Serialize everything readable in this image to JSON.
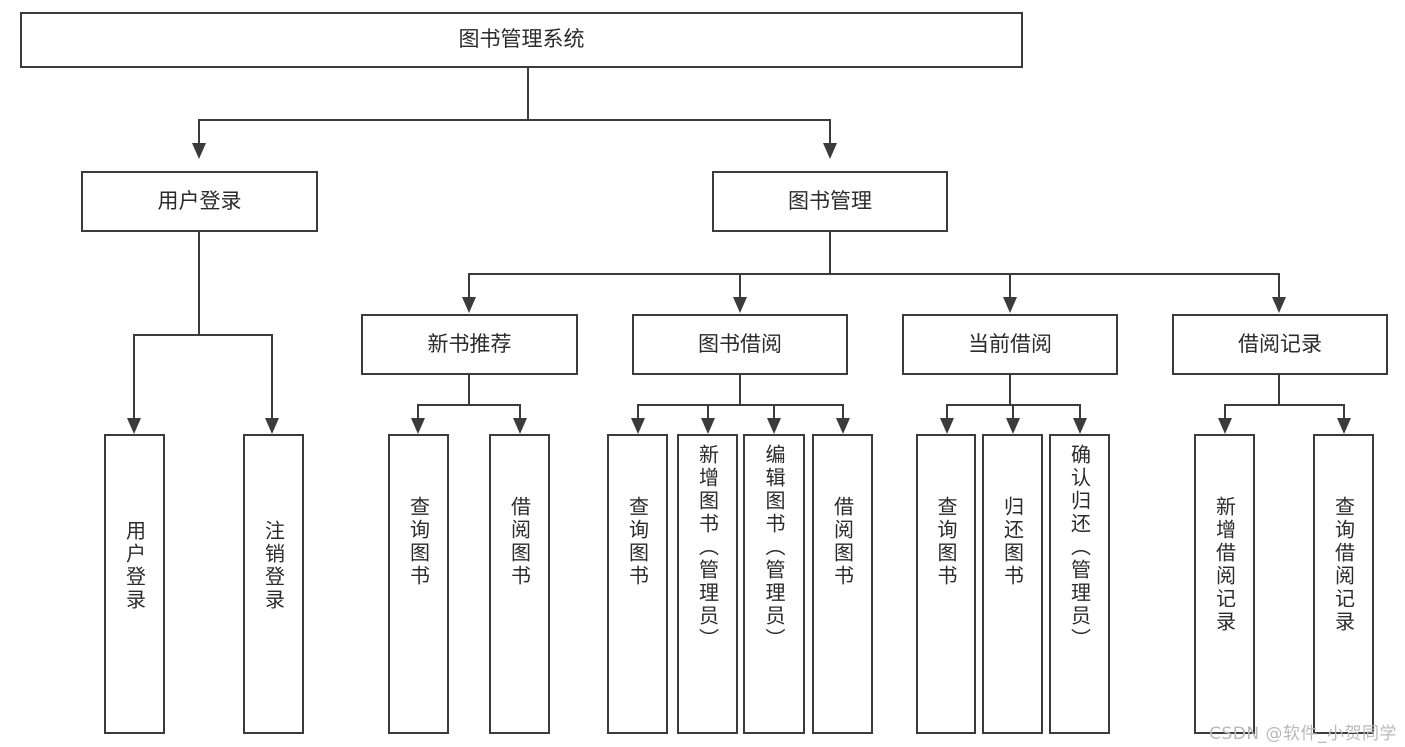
{
  "diagram": {
    "type": "tree-hierarchy-chart",
    "title": "图书管理系统",
    "root": {
      "id": "root",
      "label": "图书管理系统"
    },
    "level2": [
      {
        "id": "user-login",
        "label": "用户登录"
      },
      {
        "id": "book-manage",
        "label": "图书管理"
      }
    ],
    "level3": [
      {
        "id": "new-book-recommend",
        "label": "新书推荐",
        "parent": "book-manage"
      },
      {
        "id": "book-borrow",
        "label": "图书借阅",
        "parent": "book-manage"
      },
      {
        "id": "current-borrow",
        "label": "当前借阅",
        "parent": "book-manage"
      },
      {
        "id": "borrow-record",
        "label": "借阅记录",
        "parent": "book-manage"
      }
    ],
    "leaves": [
      {
        "id": "leaf-user-login",
        "label": "用户登录",
        "parent": "user-login"
      },
      {
        "id": "leaf-user-logout",
        "label": "注销登录",
        "parent": "user-login"
      },
      {
        "id": "leaf-query-book-1",
        "label": "查询图书",
        "parent": "new-book-recommend"
      },
      {
        "id": "leaf-borrow-book-1",
        "label": "借阅图书",
        "parent": "new-book-recommend"
      },
      {
        "id": "leaf-query-book-2",
        "label": "查询图书",
        "parent": "book-borrow"
      },
      {
        "id": "leaf-add-book",
        "label": "新增图书（管理员）",
        "parent": "book-borrow"
      },
      {
        "id": "leaf-edit-book",
        "label": "编辑图书（管理员）",
        "parent": "book-borrow"
      },
      {
        "id": "leaf-borrow-book-2",
        "label": "借阅图书",
        "parent": "book-borrow"
      },
      {
        "id": "leaf-query-book-3",
        "label": "查询图书",
        "parent": "current-borrow"
      },
      {
        "id": "leaf-return-book",
        "label": "归还图书",
        "parent": "current-borrow"
      },
      {
        "id": "leaf-confirm-return",
        "label": "确认归还（管理员）",
        "parent": "current-borrow"
      },
      {
        "id": "leaf-add-record",
        "label": "新增借阅记录",
        "parent": "borrow-record"
      },
      {
        "id": "leaf-query-record",
        "label": "查询借阅记录",
        "parent": "borrow-record"
      }
    ],
    "colors": {
      "stroke": "#3b3b3b",
      "fill": "#ffffff",
      "text": "#2b2b2b",
      "watermark": "#b9b9b9"
    }
  },
  "watermark": {
    "text": "CSDN @软件_小贺同学"
  }
}
